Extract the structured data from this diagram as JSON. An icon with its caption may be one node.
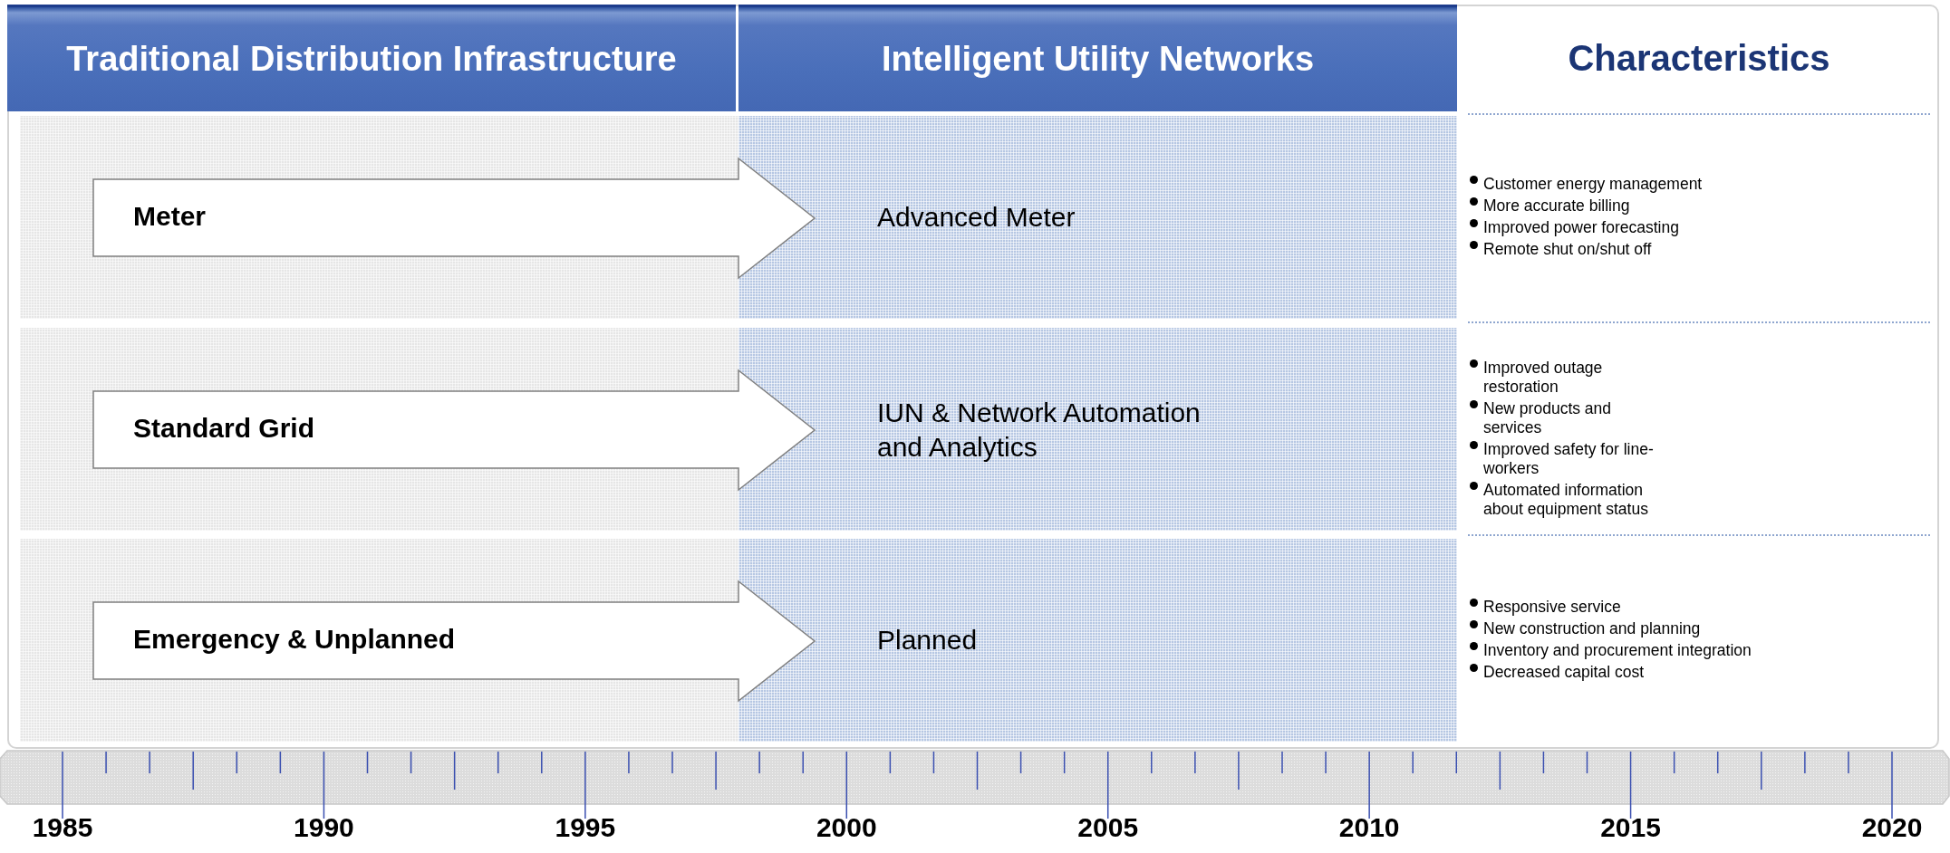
{
  "diagram": {
    "nodes": [
      {
        "text": [
          "Traditional Distribution Infrastructure"
        ]
      },
      {
        "text": [
          "Intelligent Utility Networks"
        ]
      },
      {
        "text": [
          "Meter"
        ]
      },
      {
        "text": [
          "Advanced Meter"
        ]
      },
      {
        "text": [
          "Standard Grid"
        ]
      },
      {
        "text": [
          "IUN & Network Automation and Analytics"
        ]
      },
      {
        "text": [
          "Emergency & Unplanned"
        ]
      },
      {
        "text": [
          "Planned"
        ]
      }
    ],
    "labels": [
      "Characteristics",
      "Customer energy management",
      "More accurate billing",
      "Improved power forecasting",
      "Remote shut on/shut off",
      "Improved outage restoration",
      "New products and services",
      "Improved safety for line-workers",
      "Automated information about equipment status",
      "Responsive service",
      "New construction and planning",
      "Inventory and procurement integration",
      "Decreased capital cost",
      "1985",
      "1990",
      "1995",
      "2000",
      "2005",
      "2010",
      "2015",
      "2020"
    ]
  }
}
